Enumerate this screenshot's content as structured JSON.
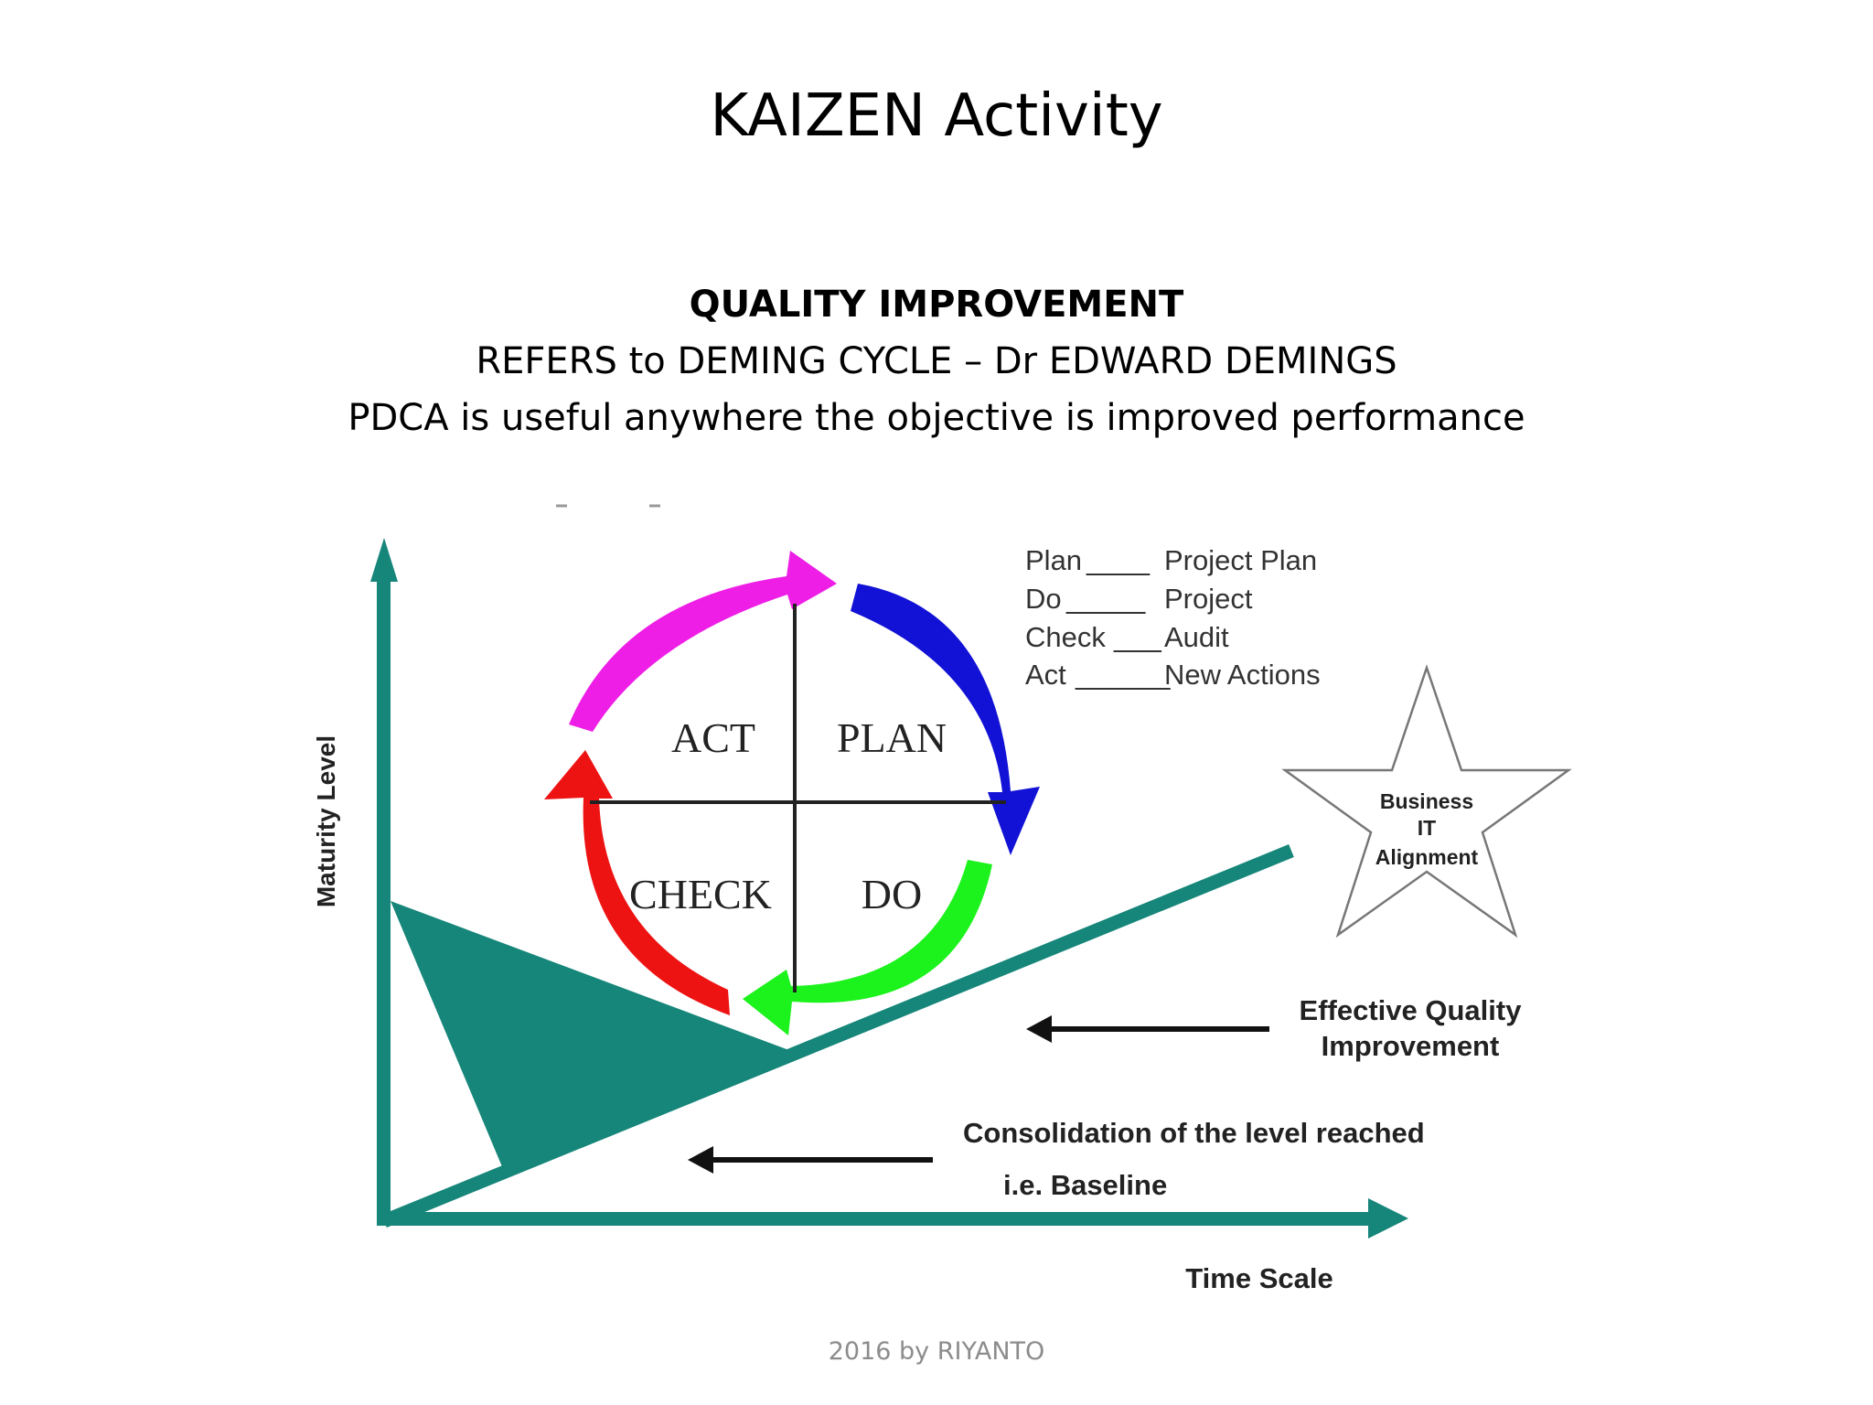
{
  "slide": {
    "title": "KAIZEN Activity",
    "heading": "QUALITY IMPROVEMENT",
    "line1": "REFERS to DEMING CYCLE – Dr EDWARD DEMINGS",
    "line2": "PDCA is useful anywhere the objective is improved performance",
    "footer": "2016 by RIYANTO"
  },
  "diagram": {
    "y_axis_label": "Maturity Level",
    "x_axis_label": "Time Scale",
    "quadrants": {
      "act": "ACT",
      "plan": "PLAN",
      "check": "CHECK",
      "do": "DO"
    },
    "legend": [
      {
        "term": "Plan",
        "sep": "____",
        "meaning": "Project Plan"
      },
      {
        "term": "Do",
        "sep": " _____",
        "meaning": "Project"
      },
      {
        "term": "Check",
        "sep": "___",
        "meaning": "Audit"
      },
      {
        "term": "Act",
        "sep": "______",
        "meaning": "New Actions"
      }
    ],
    "star": {
      "line1": "Business",
      "line2": "IT",
      "line3": "Alignment"
    },
    "effective": {
      "line1": "Effective Quality",
      "line2": "Improvement"
    },
    "consolidation": {
      "line1": "Consolidation of the level reached",
      "line2": "i.e. Baseline"
    }
  },
  "colors": {
    "teal": "#16867a",
    "magenta": "#ee1ee6",
    "blue": "#1212d6",
    "green": "#1cf21c",
    "red": "#ee1313"
  }
}
